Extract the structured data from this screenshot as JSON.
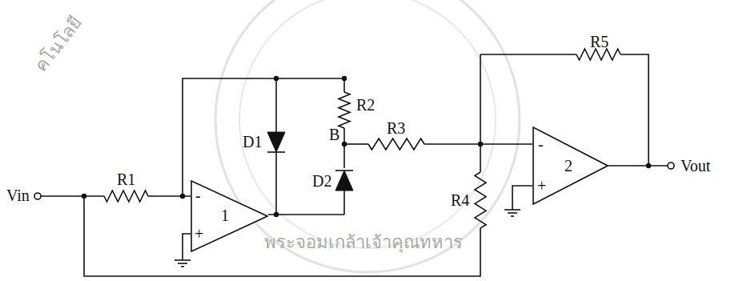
{
  "diagram": {
    "nodes": [
      {
        "text": [
          "-",
          "+",
          "1"
        ]
      },
      {
        "text": [
          "-",
          "+",
          "2"
        ]
      }
    ],
    "labels": [
      "Vin",
      "R1",
      "D1",
      "R2",
      "B",
      "D2",
      "R3",
      "R4",
      "R5",
      "Vout",
      "คโนโลยี",
      "พระจอมเกล้าเจ้าคุณทหาร"
    ]
  }
}
